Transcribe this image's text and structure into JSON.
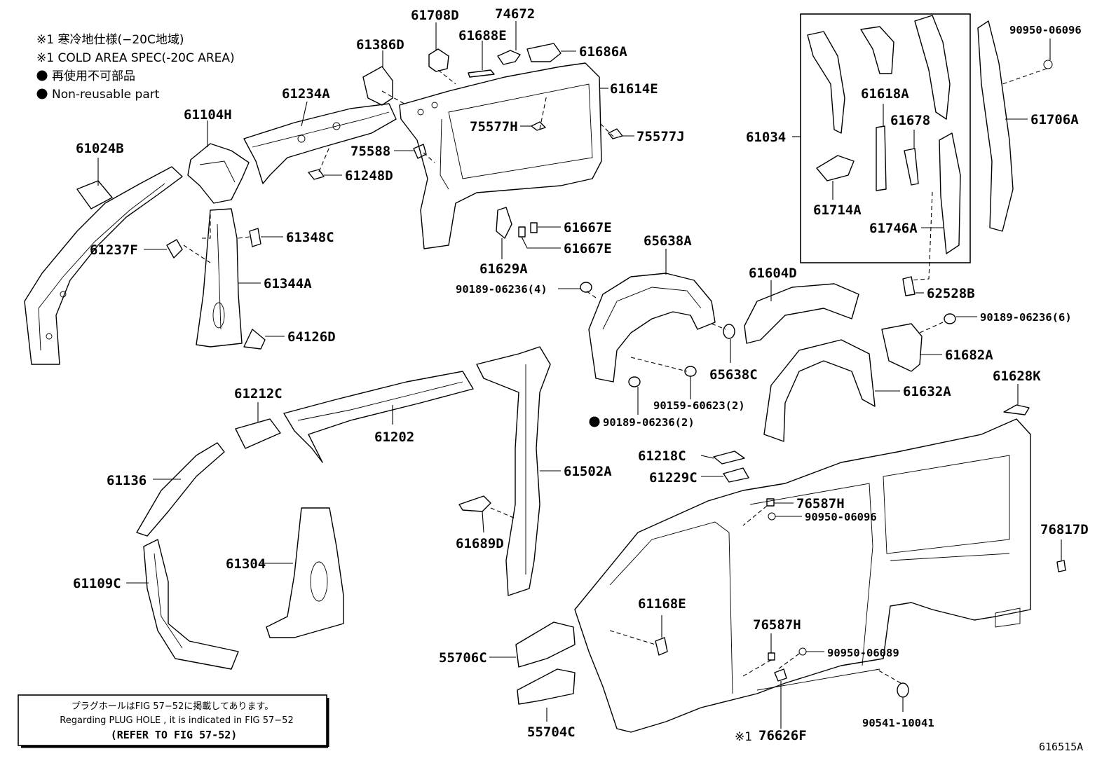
{
  "legend": {
    "note_jp_cold": "※1 寒冷地仕様(−20C地域)",
    "note_en_cold": "※1 COLD AREA SPEC(-20C AREA)",
    "note_jp_nonreuse": "再使用不可部品",
    "note_en_nonreuse": "Non-reusable part"
  },
  "footer_note": {
    "line_jp": "プラグホールはFIG 57−52に掲載してあります。",
    "line_en": "Regarding  PLUG  HOLE , it is indicated in FIG  57−52",
    "line_ref": "(REFER TO FIG 57-52)"
  },
  "figure_id": "616515A",
  "cold_mark": "※1",
  "parts": {
    "p61708D": "61708D",
    "p74672": "74672",
    "p61688E": "61688E",
    "p61386D": "61386D",
    "p61686A": "61686A",
    "p61614E": "61614E",
    "p61234A": "61234A",
    "p61104H": "61104H",
    "p75577H": "75577H",
    "p75577J": "75577J",
    "p75588": "75588",
    "p61248D": "61248D",
    "p61024B": "61024B",
    "p61348C": "61348C",
    "p61237F": "61237F",
    "p61344A": "61344A",
    "p64126D": "64126D",
    "p61667E_1": "61667E",
    "p61667E_2": "61667E",
    "p61629A": "61629A",
    "p65638A": "65638A",
    "p90189_4": "90189-06236(4)",
    "p61604D": "61604D",
    "p62528B": "62528B",
    "p90189_6": "90189-06236(6)",
    "p61682A": "61682A",
    "p65638C": "65638C",
    "p90159_2": "90159-60623(2)",
    "p90189_2": "90189-06236(2)",
    "p61632A": "61632A",
    "p61628K": "61628K",
    "p61212C": "61212C",
    "p61202": "61202",
    "p61502A": "61502A",
    "p61136": "61136",
    "p61218C": "61218C",
    "p61229C": "61229C",
    "p76587H_1": "76587H",
    "p90950_06096_1": "90950-06096",
    "p61689D": "61689D",
    "p76817D": "76817D",
    "p61304": "61304",
    "p61109C": "61109C",
    "p61168E": "61168E",
    "p76587H_2": "76587H",
    "p90950_06089": "90950-06089",
    "p55706C": "55706C",
    "p55704C": "55704C",
    "p90541": "90541-10041",
    "p76626F": "76626F",
    "p90950_06096_top": "90950-06096",
    "p61034": "61034",
    "p61618A": "61618A",
    "p61678": "61678",
    "p61714A": "61714A",
    "p61746A": "61746A",
    "p61706A": "61706A"
  }
}
